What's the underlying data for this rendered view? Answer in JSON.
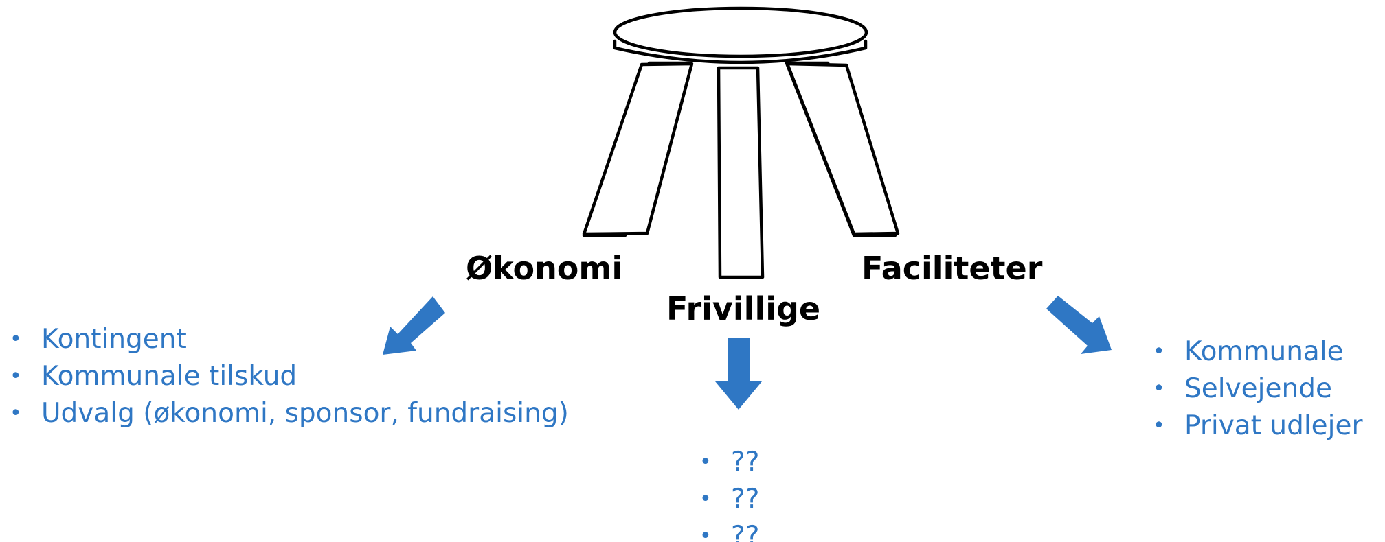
{
  "diagram": {
    "pillars": [
      {
        "id": "okonomi",
        "label": "Økonomi"
      },
      {
        "id": "frivillige",
        "label": "Frivillige"
      },
      {
        "id": "faciliteter",
        "label": "Faciliteter"
      }
    ],
    "lists": {
      "okonomi": [
        "Kontingent",
        "Kommunale tilskud",
        "Udvalg (økonomi, sponsor, fundraising)"
      ],
      "frivillige": [
        "??",
        "??",
        "??"
      ],
      "faciliteter": [
        "Kommunale",
        "Selvejende",
        "Privat udlejer"
      ]
    },
    "bullet_symbol": "•",
    "colors": {
      "arrow": "#2f77c4",
      "list_text": "#2f77c4",
      "label_text": "#000000",
      "stool_outline": "#000000"
    },
    "icons": [
      "stool-icon",
      "arrow-down-left-icon",
      "arrow-down-icon",
      "arrow-down-right-icon"
    ]
  }
}
